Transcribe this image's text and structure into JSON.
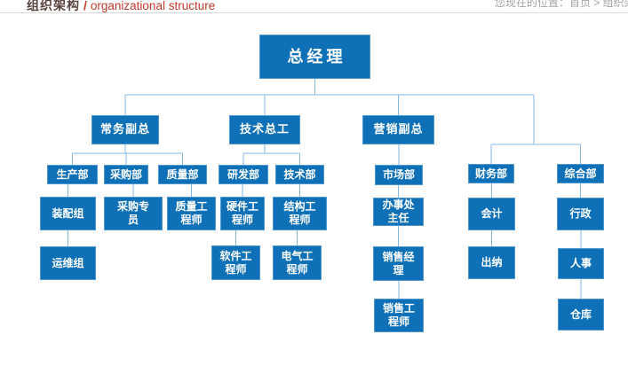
{
  "page": {
    "title_zh": "组织架构",
    "title_sep": "/",
    "title_en": "organizational structure",
    "breadcrumb": "您现在的位置：首页 > 组织架构"
  },
  "colors": {
    "box_fill": "#0e71b8",
    "box_border": "#4e97d0",
    "connector": "#85b7e2",
    "title_zh": "#5a4440",
    "title_en": "#c0392b",
    "breadcrumb": "#a3a3a3"
  },
  "diagram": {
    "type": "org-chart",
    "title": "组织架构",
    "nodes": [
      {
        "id": "gm",
        "label": "总经理",
        "parent": null
      },
      {
        "id": "evp",
        "label": "常务副总",
        "parent": "gm"
      },
      {
        "id": "cto",
        "label": "技术总工",
        "parent": "gm"
      },
      {
        "id": "mvp",
        "label": "营销副总",
        "parent": "gm"
      },
      {
        "id": "finance",
        "label": "财务部",
        "parent": "gm"
      },
      {
        "id": "general",
        "label": "综合部",
        "parent": "gm"
      },
      {
        "id": "prod",
        "label": "生产部",
        "parent": "evp"
      },
      {
        "id": "purch",
        "label": "采购部",
        "parent": "evp"
      },
      {
        "id": "qual",
        "label": "质量部",
        "parent": "evp"
      },
      {
        "id": "rd",
        "label": "研发部",
        "parent": "cto"
      },
      {
        "id": "tech",
        "label": "技术部",
        "parent": "cto"
      },
      {
        "id": "market",
        "label": "市场部",
        "parent": "mvp"
      },
      {
        "id": "assembly",
        "label": "装配组",
        "parent": "prod"
      },
      {
        "id": "ops",
        "label": "运维组",
        "parent": "assembly"
      },
      {
        "id": "purchspec",
        "label": "采购专\n员",
        "parent": "purch"
      },
      {
        "id": "qualeng",
        "label": "质量工\n程师",
        "parent": "qual"
      },
      {
        "id": "hweng",
        "label": "硬件工\n程师",
        "parent": "rd"
      },
      {
        "id": "sweng",
        "label": "软件工\n程师",
        "parent": "hweng"
      },
      {
        "id": "structeng",
        "label": "结构工\n程师",
        "parent": "tech"
      },
      {
        "id": "eleceng",
        "label": "电气工\n程师",
        "parent": "structeng"
      },
      {
        "id": "officedir",
        "label": "办事处\n主任",
        "parent": "market"
      },
      {
        "id": "salesmgr",
        "label": "销售经\n理",
        "parent": "officedir"
      },
      {
        "id": "saleseng",
        "label": "销售工\n程师",
        "parent": "salesmgr"
      },
      {
        "id": "acct",
        "label": "会计",
        "parent": "finance"
      },
      {
        "id": "cashier",
        "label": "出纳",
        "parent": "acct"
      },
      {
        "id": "admin",
        "label": "行政",
        "parent": "general"
      },
      {
        "id": "hr",
        "label": "人事",
        "parent": "admin"
      },
      {
        "id": "warehouse",
        "label": "仓库",
        "parent": "hr"
      }
    ]
  }
}
